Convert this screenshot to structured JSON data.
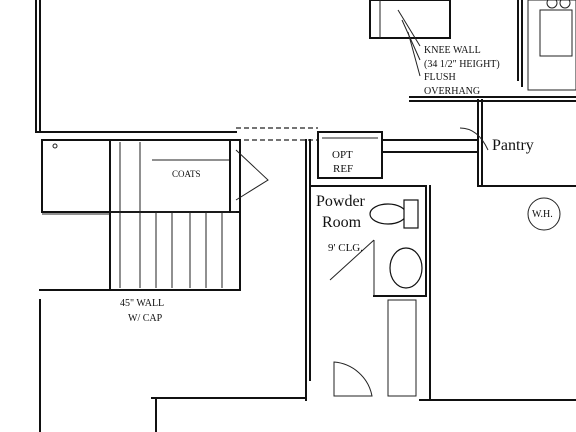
{
  "labels": {
    "knee_wall": "KNEE WALL",
    "knee_height": "(34 1/2\" HEIGHT)",
    "flush": "FLUSH",
    "overhang": "OVERHANG",
    "pantry": "Pantry",
    "coats": "COATS",
    "opt": "OPT",
    "ref": "REF",
    "powder_1": "Powder",
    "powder_2": "Room",
    "clg": "9' CLG.",
    "wh": "W.H.",
    "wall_1": "45\" WALL",
    "wall_2": "W/ CAP"
  }
}
